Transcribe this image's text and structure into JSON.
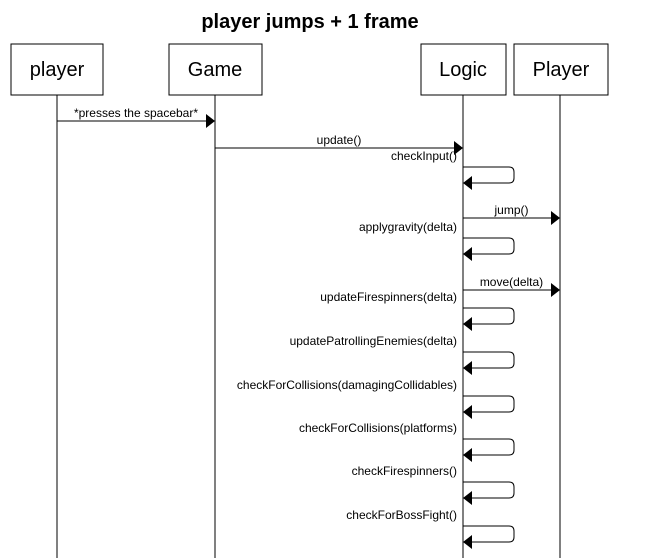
{
  "title": "player jumps + 1 frame",
  "participants": [
    {
      "id": "player",
      "label": "player"
    },
    {
      "id": "game",
      "label": "Game"
    },
    {
      "id": "logic",
      "label": "Logic"
    },
    {
      "id": "playerObj",
      "label": "Player"
    }
  ],
  "messages": [
    {
      "from": "player",
      "to": "game",
      "label": "*presses the spacebar*"
    },
    {
      "from": "game",
      "to": "logic",
      "label": "update()"
    },
    {
      "from": "logic",
      "to": "logic",
      "label": "checkInput()"
    },
    {
      "from": "logic",
      "to": "playerObj",
      "label": "jump()"
    },
    {
      "from": "logic",
      "to": "logic",
      "label": "applygravity(delta)"
    },
    {
      "from": "logic",
      "to": "playerObj",
      "label": "move(delta)"
    },
    {
      "from": "logic",
      "to": "logic",
      "label": "updateFirespinners(delta)"
    },
    {
      "from": "logic",
      "to": "logic",
      "label": "updatePatrollingEnemies(delta)"
    },
    {
      "from": "logic",
      "to": "logic",
      "label": "checkForCollisions(damagingCollidables)"
    },
    {
      "from": "logic",
      "to": "logic",
      "label": "checkForCollisions(platforms)"
    },
    {
      "from": "logic",
      "to": "logic",
      "label": "checkFirespinners()"
    },
    {
      "from": "logic",
      "to": "logic",
      "label": "checkForBossFight()"
    }
  ]
}
